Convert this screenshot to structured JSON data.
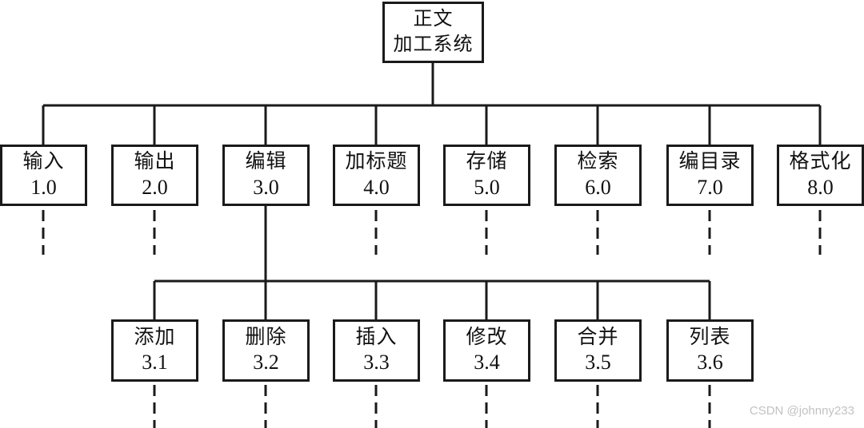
{
  "diagram": {
    "title_box": {
      "line1": "正文",
      "line2": "加工系统"
    },
    "level2": [
      {
        "label": "输入",
        "code": "1.0"
      },
      {
        "label": "输出",
        "code": "2.0"
      },
      {
        "label": "编辑",
        "code": "3.0"
      },
      {
        "label": "加标题",
        "code": "4.0"
      },
      {
        "label": "存储",
        "code": "5.0"
      },
      {
        "label": "检索",
        "code": "6.0"
      },
      {
        "label": "编目录",
        "code": "7.0"
      },
      {
        "label": "格式化",
        "code": "8.0"
      }
    ],
    "level3": [
      {
        "label": "添加",
        "code": "3.1"
      },
      {
        "label": "删除",
        "code": "3.2"
      },
      {
        "label": "插入",
        "code": "3.3"
      },
      {
        "label": "修改",
        "code": "3.4"
      },
      {
        "label": "合并",
        "code": "3.5"
      },
      {
        "label": "列表",
        "code": "3.6"
      }
    ]
  },
  "watermark": "CSDN @johnny233",
  "colors": {
    "line": "#1a1a1a",
    "text": "#111111",
    "watermark": "#c2c2c2",
    "background": "#ffffff"
  }
}
